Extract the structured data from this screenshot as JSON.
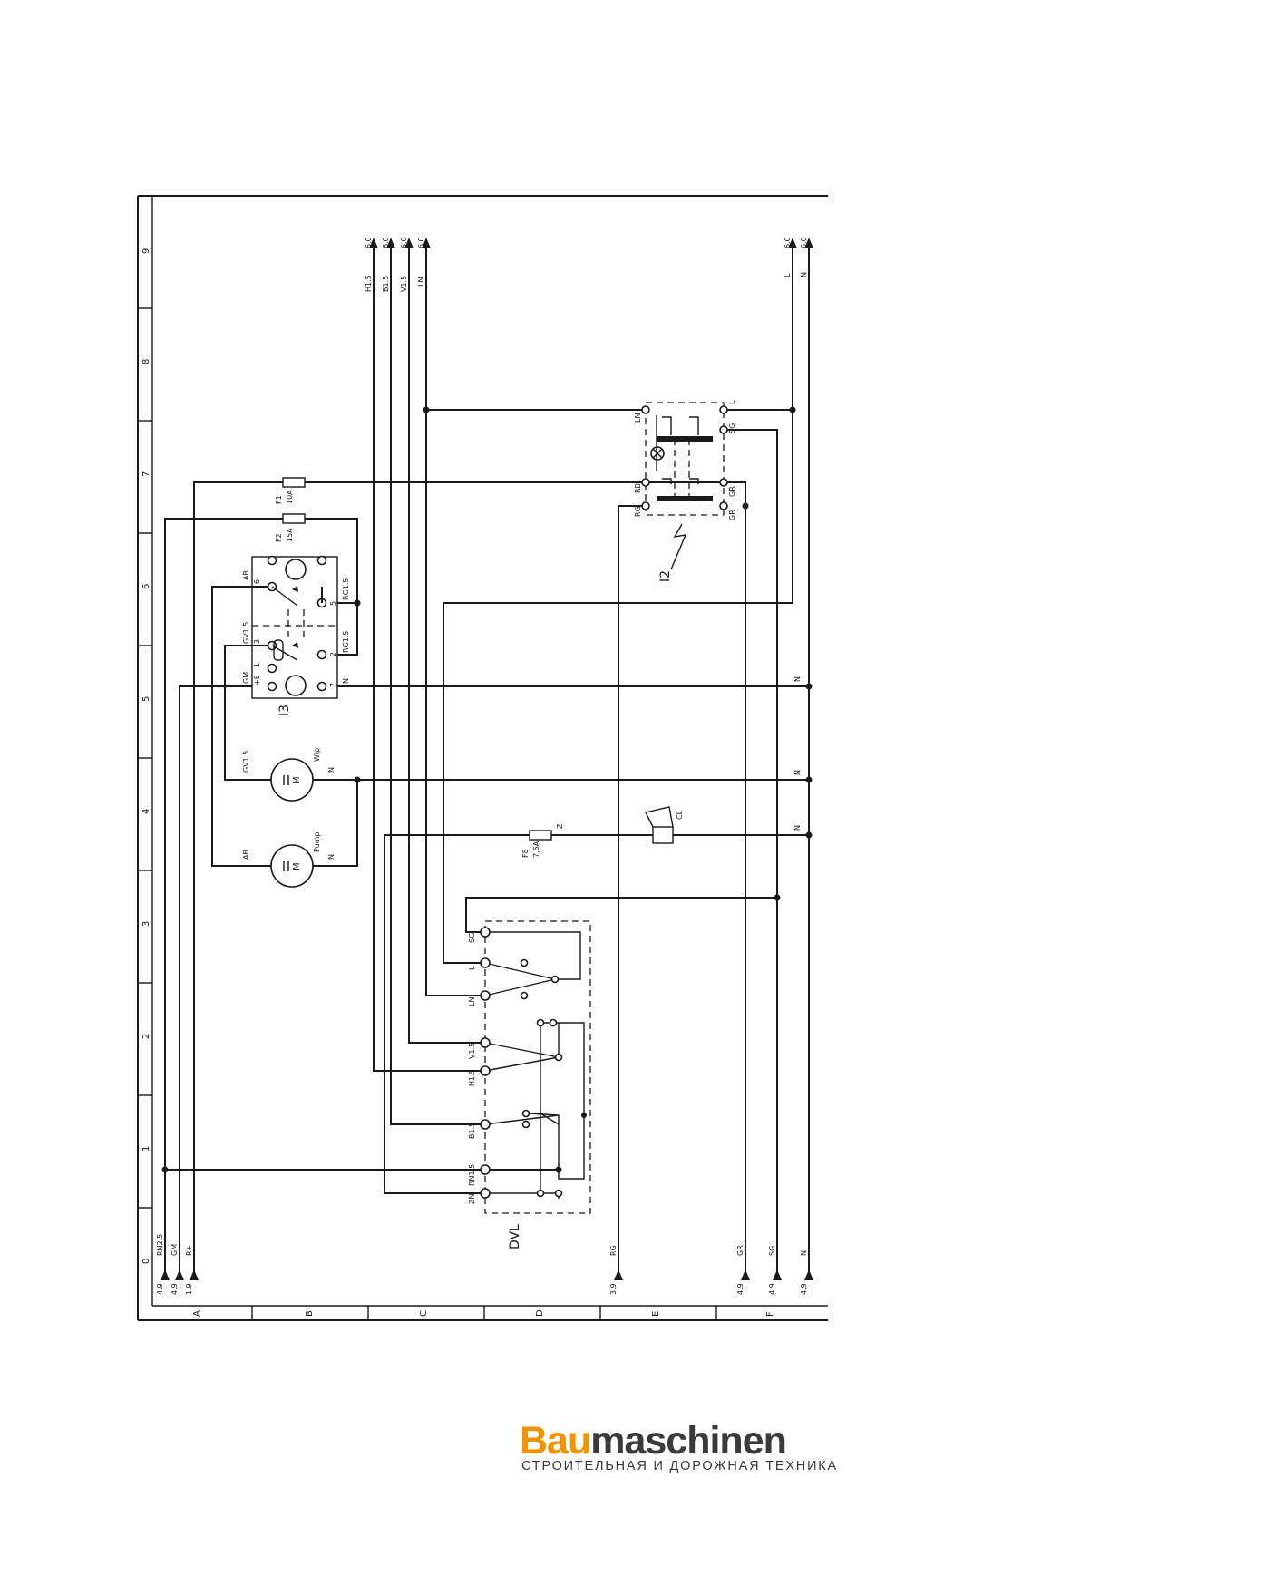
{
  "drawing": {
    "ruler_numbers": [
      "0",
      "1",
      "2",
      "3",
      "4",
      "5",
      "6",
      "7",
      "8",
      "9"
    ],
    "ruler_letters": [
      "A",
      "B",
      "C",
      "D",
      "E",
      "F"
    ]
  },
  "components": {
    "i3": "I3",
    "i2": "I2",
    "dvl": "DVL",
    "f1": "F1",
    "f1_rating": "10A",
    "f2": "F2",
    "f2_rating": "15A",
    "f8": "F8",
    "f8_rating": "7,5A",
    "motor_symbol": "M",
    "wiper_motor": "Wip",
    "pump_motor": "Pump",
    "horn": "CL"
  },
  "wires_top": [
    {
      "name": "H1.5",
      "ref": "6.0"
    },
    {
      "name": "B1.5",
      "ref": "6.0"
    },
    {
      "name": "V1.5",
      "ref": "6.0"
    },
    {
      "name": "LN",
      "ref": "6.0"
    },
    {
      "name": "L",
      "ref": "6.0"
    },
    {
      "name": "N",
      "ref": "6.0"
    }
  ],
  "wires_bottom": [
    {
      "name": "RN2.5",
      "ref": "4.9"
    },
    {
      "name": "GM",
      "ref": "4.9"
    },
    {
      "name": "R+",
      "ref": "1.9"
    },
    {
      "name": "RG",
      "ref": "3.9"
    },
    {
      "name": "GR",
      "ref": "4.9"
    },
    {
      "name": "SG",
      "ref": "4.9"
    },
    {
      "name": "N",
      "ref": "4.9"
    }
  ],
  "i3_labels": [
    "AB",
    "GV1.5",
    "GM",
    "RG1.5",
    "RG1.5",
    "N"
  ],
  "i3_pins": [
    "6",
    "3",
    "1",
    "5",
    "2",
    "+8",
    "7"
  ],
  "i2_labels": [
    "LN",
    "L",
    "SG",
    "RB",
    "GR",
    "RG",
    "GR"
  ],
  "dvl_terminals": [
    "SG",
    "L",
    "LN",
    "V1.5",
    "H1.5",
    "B1.5",
    "RN1.5",
    "ZN"
  ],
  "wire_labels": {
    "motor_wip_left": "GV1.5",
    "motor_wip_right": "N",
    "motor_pump_left": "AB",
    "motor_pump_right": "N",
    "f8_out": "Z",
    "n_bus_1": "N",
    "n_bus_2": "N",
    "n_bus_3": "N"
  },
  "logo": {
    "brand_part1": "Bau",
    "brand_part2": "maschinen",
    "tagline": "СТРОИТЕЛЬНАЯ И ДОРОЖНАЯ ТЕХНИКА"
  }
}
